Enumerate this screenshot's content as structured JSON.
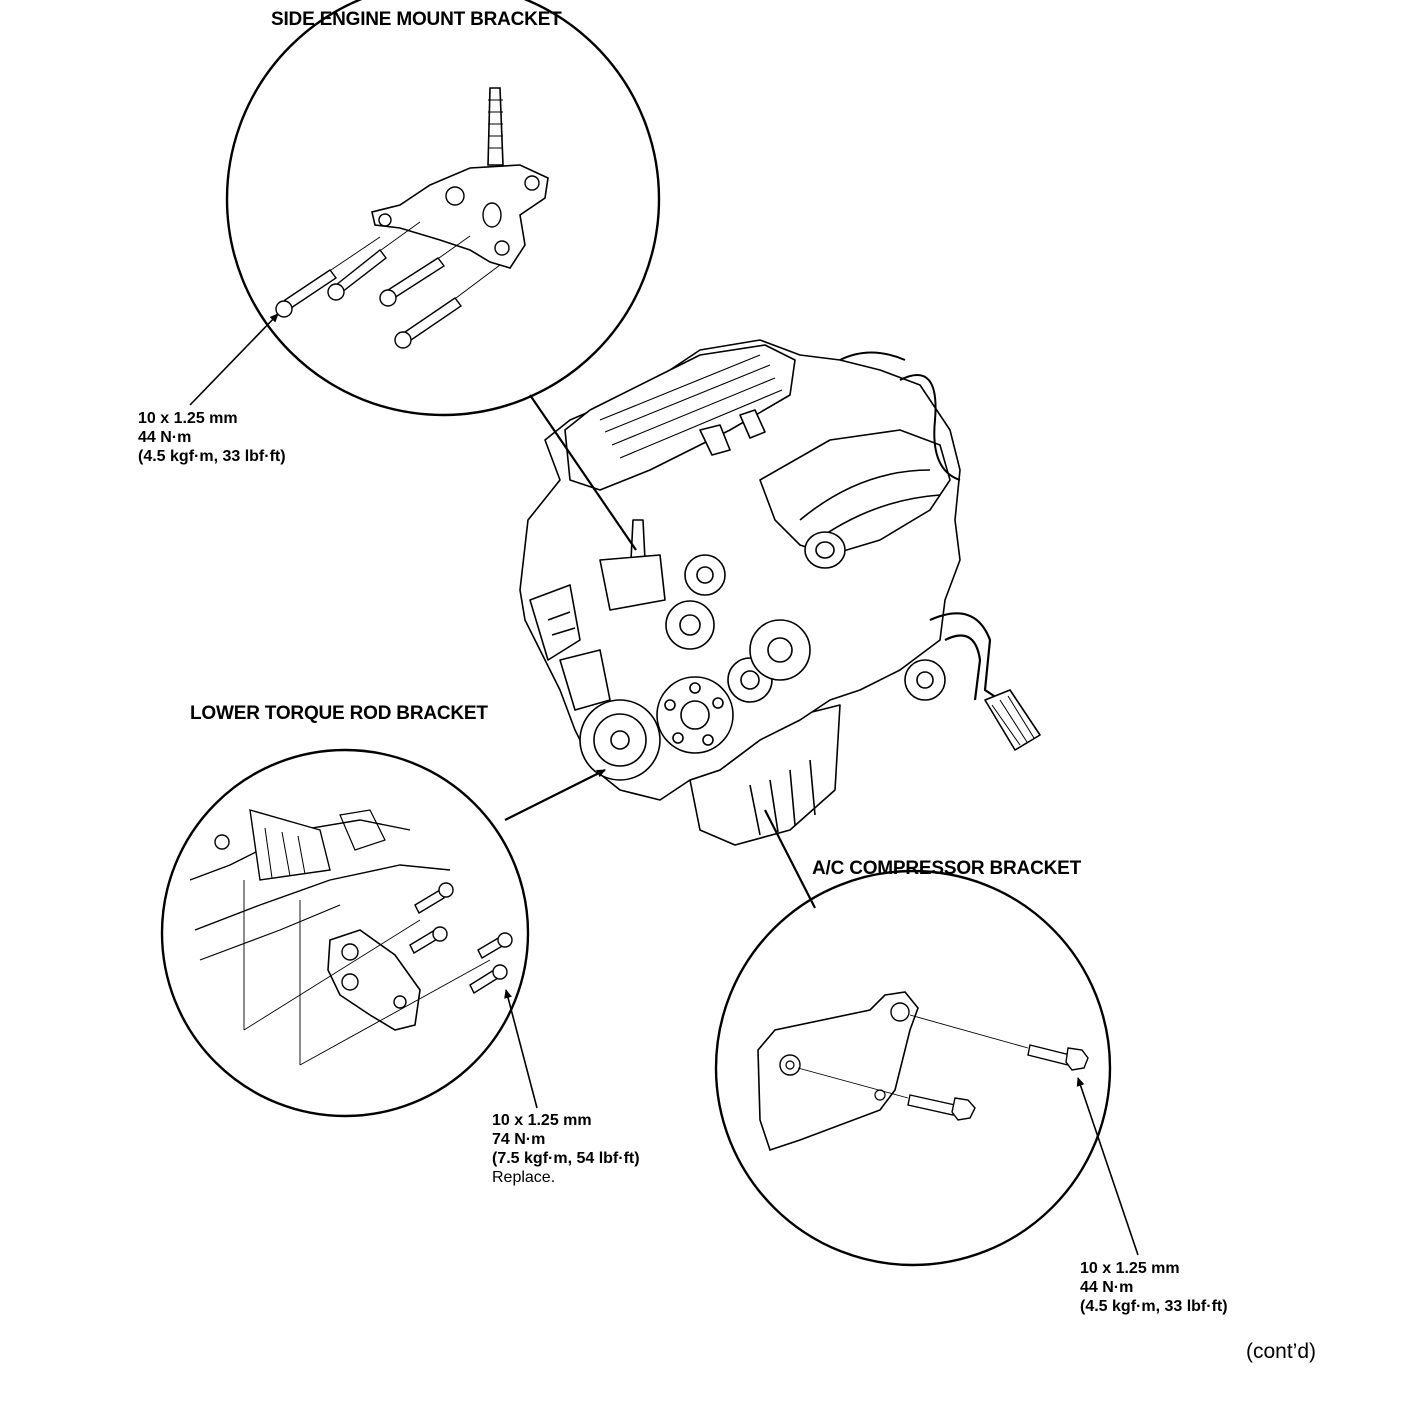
{
  "callouts": {
    "side_mount": {
      "title": "SIDE ENGINE MOUNT BRACKET",
      "spec": [
        "10 x 1.25 mm",
        "44 N·m",
        "(4.5 kgf·m, 33 lbf·ft)"
      ]
    },
    "lower_torque": {
      "title": "LOWER TORQUE ROD BRACKET",
      "spec": [
        "10 x 1.25 mm",
        "74 N·m",
        "(7.5 kgf·m, 54 lbf·ft)"
      ],
      "note": "Replace."
    },
    "ac_compressor": {
      "title": "A/C COMPRESSOR BRACKET",
      "spec": [
        "10 x 1.25 mm",
        "44 N·m",
        "(4.5 kgf·m, 33 lbf·ft)"
      ]
    }
  },
  "footer": {
    "contd": "(cont’d)"
  },
  "colors": {
    "ink": "#000000",
    "paper": "#ffffff"
  }
}
